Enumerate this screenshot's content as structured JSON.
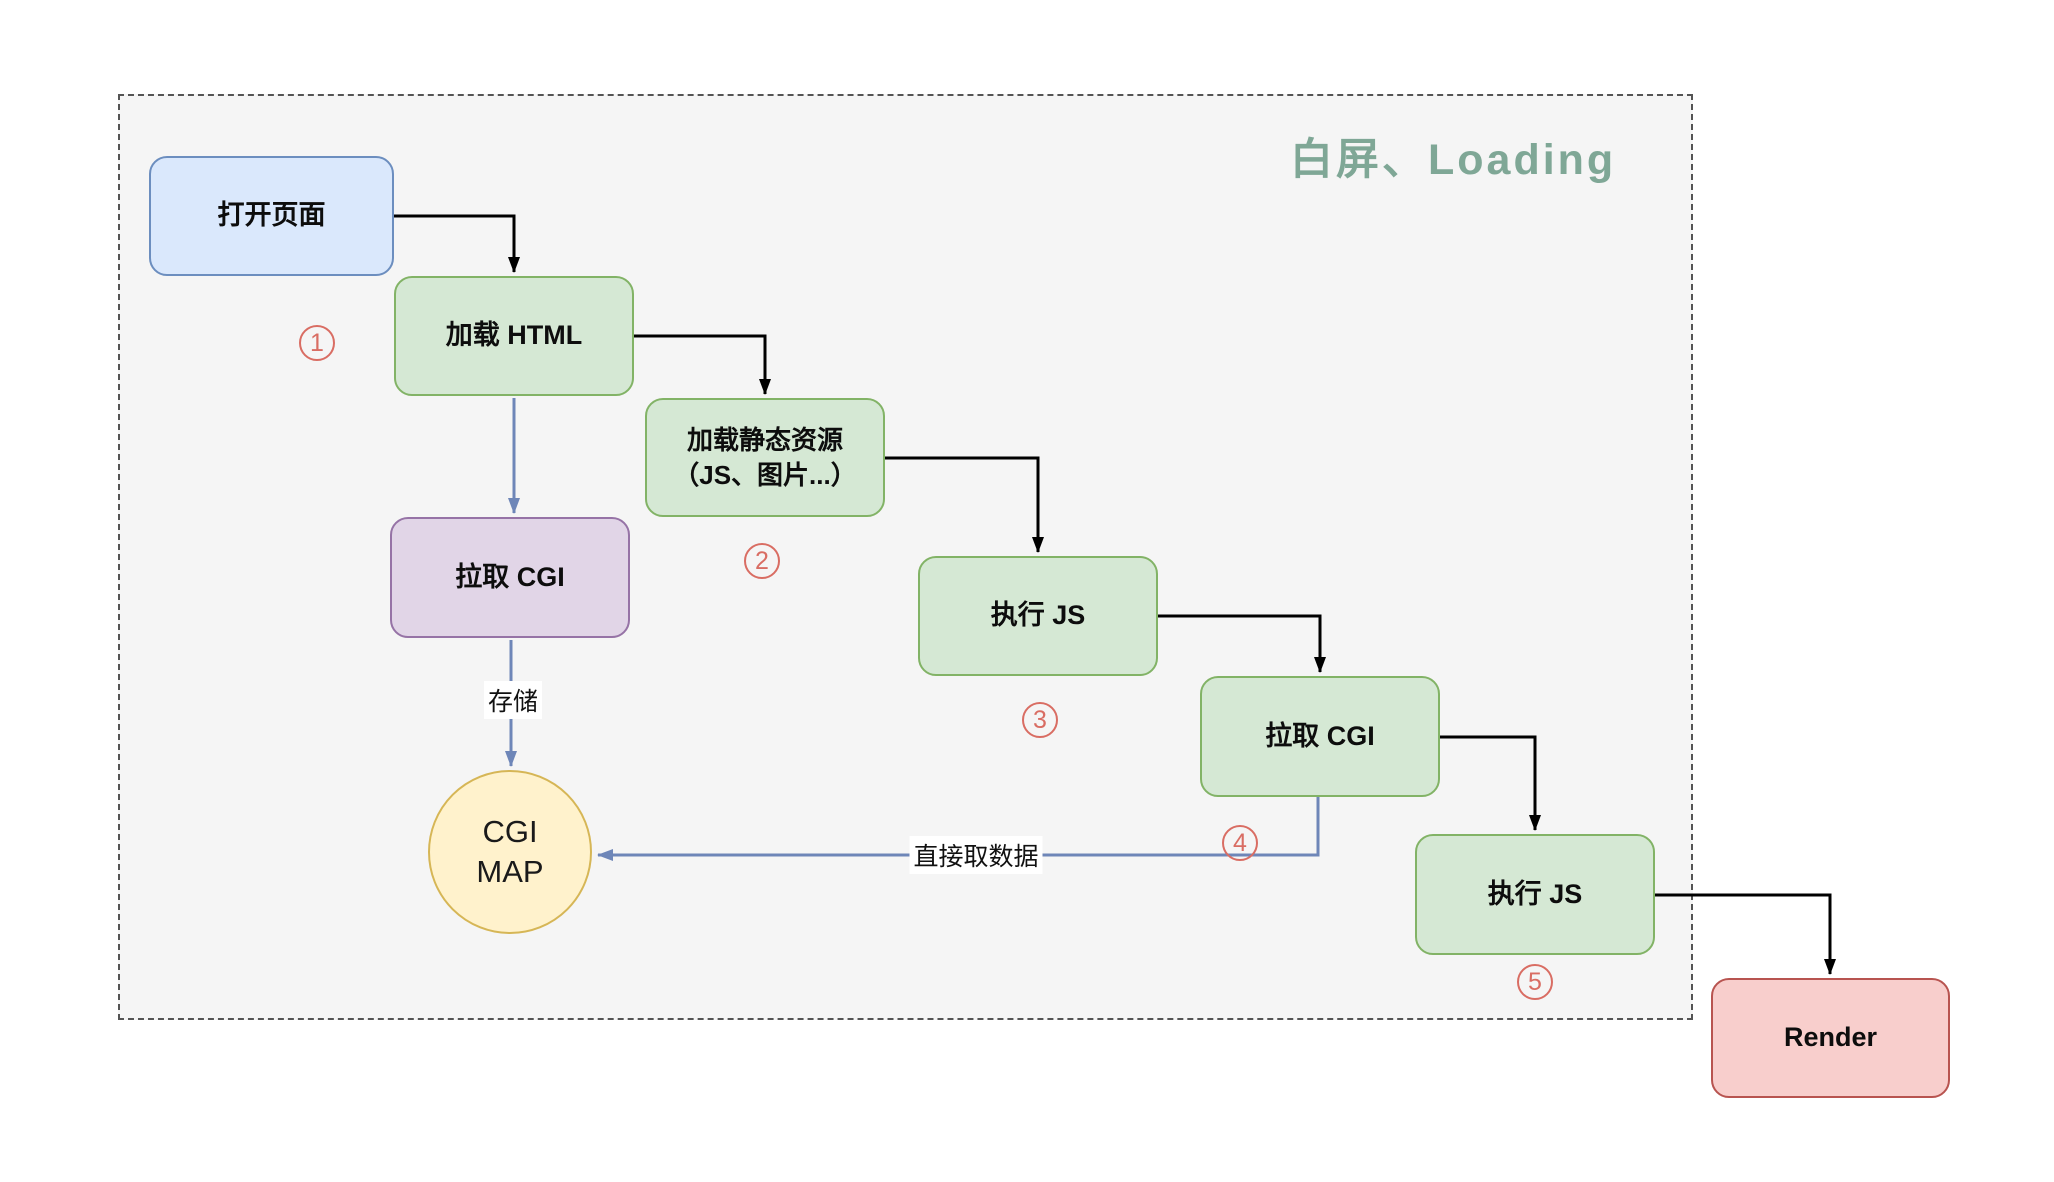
{
  "title": {
    "text": "白屏、Loading"
  },
  "nodes": {
    "open_page": {
      "label": "打开页面"
    },
    "load_html": {
      "label": "加载 HTML"
    },
    "load_static": {
      "line1": "加载静态资源",
      "line2": "（JS、图片...）"
    },
    "exec_js_first": {
      "label": "执行 JS"
    },
    "pull_cgi_step4": {
      "label": "拉取 CGI"
    },
    "exec_js_second": {
      "label": "执行 JS"
    },
    "render": {
      "label": "Render"
    },
    "pull_cgi_prefetch": {
      "label": "拉取 CGI"
    },
    "cgi_map": {
      "line1": "CGI",
      "line2": "MAP"
    }
  },
  "edge_labels": {
    "store": "存储",
    "direct_fetch": "直接取数据"
  },
  "steps": [
    "1",
    "2",
    "3",
    "4",
    "5"
  ],
  "colors": {
    "region_background": "#f5f5f5",
    "region_border": "#545454",
    "title_text": "#7fa796",
    "node_blue_fill": "#dae8fc",
    "node_blue_stroke": "#6c8ebf",
    "node_green_fill": "#d5e8d4",
    "node_green_stroke": "#82b366",
    "node_purple_fill": "#e1d5e7",
    "node_purple_stroke": "#9673a6",
    "node_yellow_fill": "#fff2cc",
    "node_yellow_stroke": "#d6b656",
    "node_red_fill": "#f8cecc",
    "node_red_stroke": "#b85450",
    "arrow_black": "#000000",
    "arrow_blue": "#6e86b8",
    "step_badge": "#d96d63"
  }
}
